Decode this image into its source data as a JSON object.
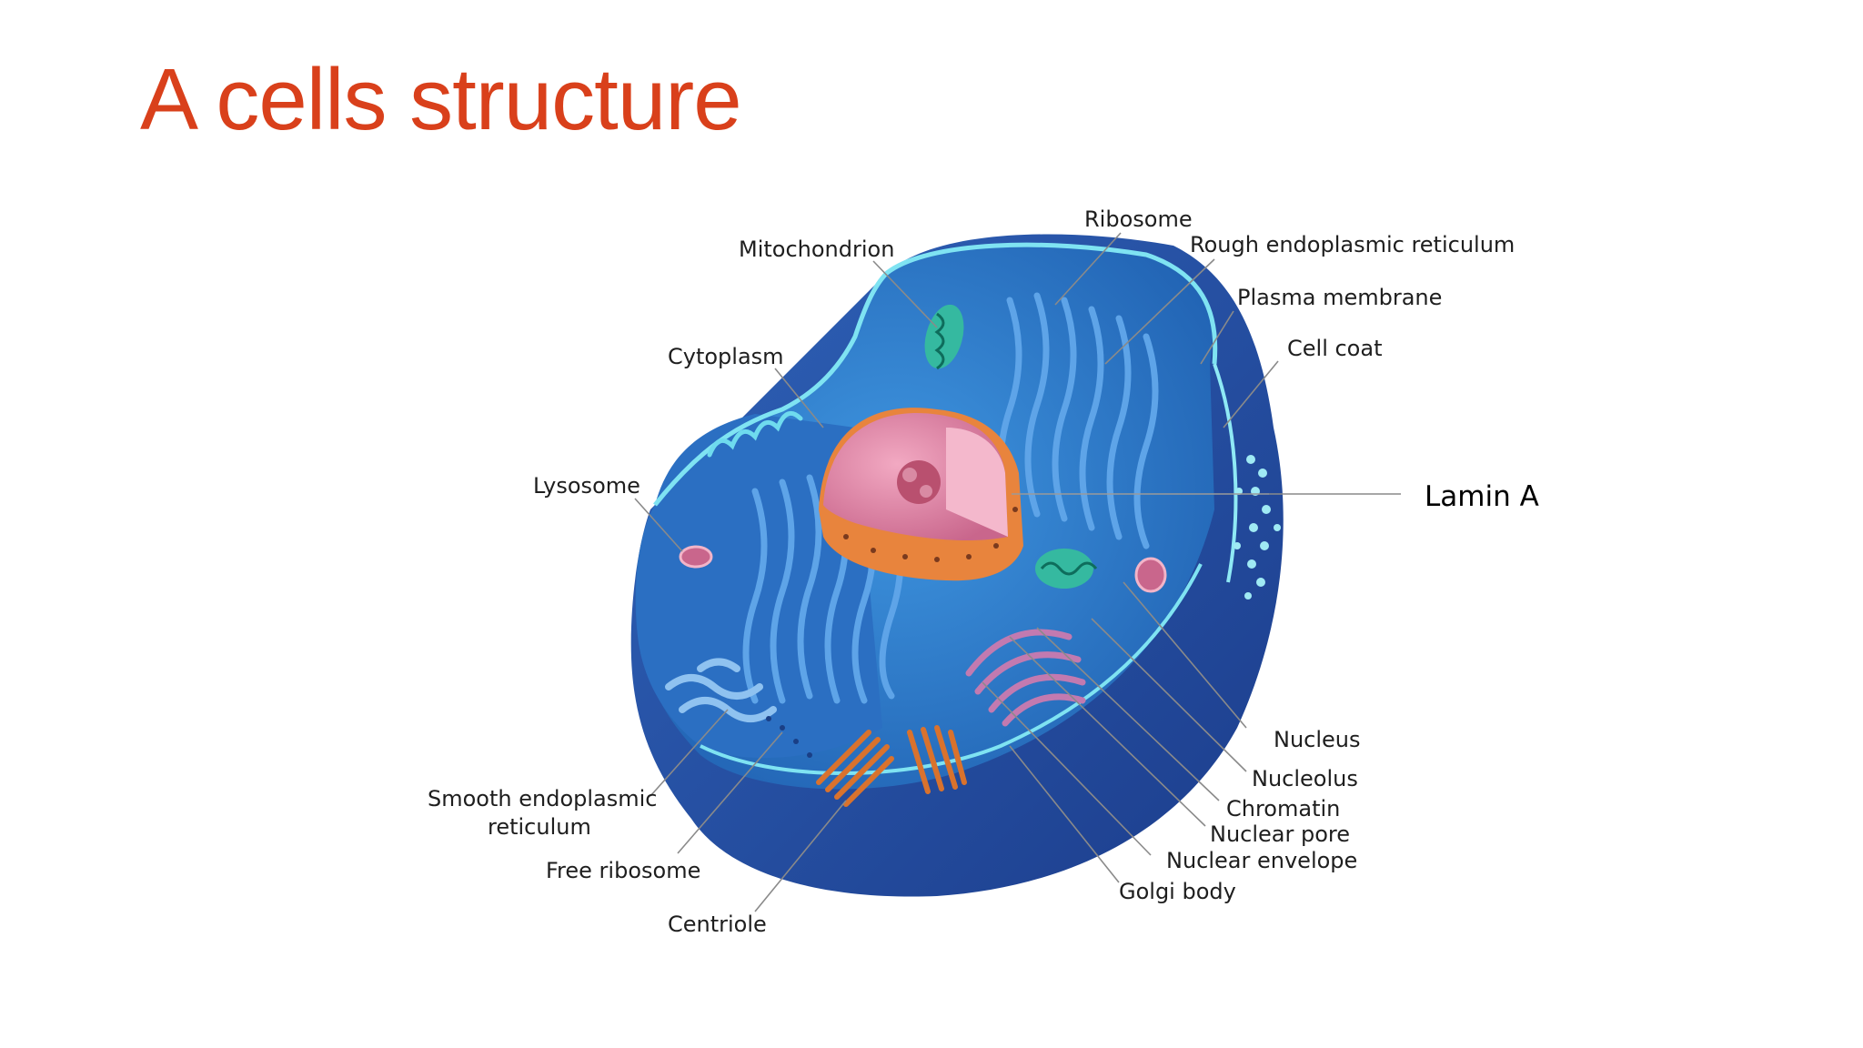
{
  "slide": {
    "title": "A cells structure"
  },
  "colors": {
    "title": "#d9401b",
    "cytoplasm": "#2f79c9",
    "cell_shell": "#2a54a6",
    "membrane_edge": "#7fe3f2",
    "nucleus": "#e58aa8",
    "nuclear_envelope": "#e8843d",
    "organelle_green": "#35b9a0"
  },
  "labels": {
    "ribosome": "Ribosome",
    "mitochondrion": "Mitochondrion",
    "rough_er": "Rough endoplasmic reticulum",
    "plasma_membrane": "Plasma membrane",
    "cell_coat": "Cell coat",
    "cytoplasm": "Cytoplasm",
    "lysosome": "Lysosome",
    "lamin_a": "Lamin A",
    "nucleus": "Nucleus",
    "nucleolus": "Nucleolus",
    "chromatin": "Chromatin",
    "nuclear_pore": "Nuclear pore",
    "nuclear_envelope": "Nuclear envelope",
    "golgi_body": "Golgi body",
    "smooth_er_line1": "Smooth endoplasmic",
    "smooth_er_line2": "reticulum",
    "free_ribosome": "Free ribosome",
    "centriole": "Centriole"
  }
}
